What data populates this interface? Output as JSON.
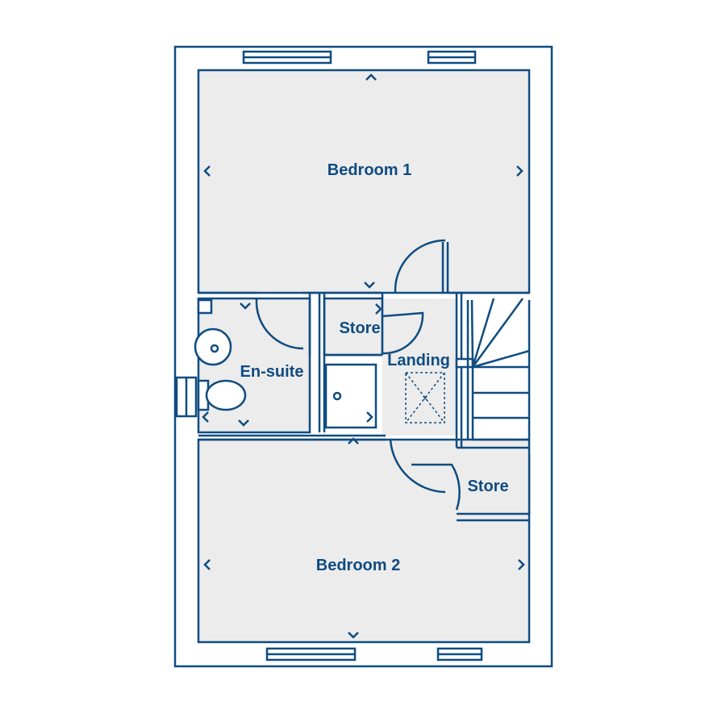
{
  "floor_plan": {
    "colors": {
      "wall": "#0f4c81",
      "floor": "#ececec",
      "background": "#ffffff"
    },
    "rooms": {
      "bedroom_1": "Bedroom 1",
      "en_suite": "En-suite",
      "store_upper": "Store",
      "landing": "Landing",
      "store_lower": "Store",
      "bedroom_2": "Bedroom 2"
    },
    "symbols": [
      "dimension-arrow-icon",
      "door-swing-icon",
      "window-icon",
      "loft-hatch-icon",
      "wash-basin-icon",
      "toilet-icon",
      "shower-tray-icon",
      "staircase-icon"
    ]
  }
}
